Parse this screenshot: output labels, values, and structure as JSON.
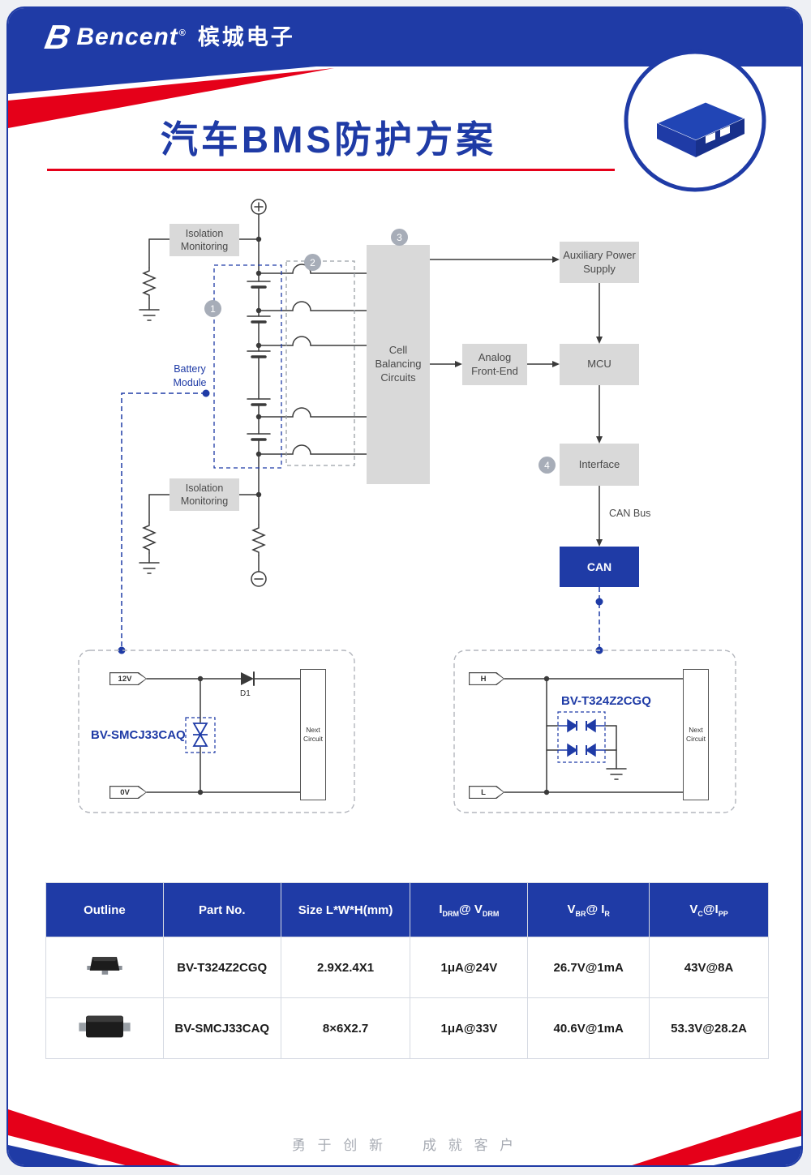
{
  "brand": {
    "logo_letter": "B",
    "name": "Bencent",
    "reg": "®",
    "cn": "槟城电子"
  },
  "title": "汽车BMS防护方案",
  "diagram": {
    "iso_monitoring": "Isolation Monitoring",
    "battery_module": "Battery Module",
    "cell_balancing": "Cell Balancing Circuits",
    "analog_front_end": "Analog Front-End",
    "aux_power": "Auxiliary Power Supply",
    "mcu": "MCU",
    "interface": "Interface",
    "can_bus": "CAN Bus",
    "can": "CAN",
    "badge1": "1",
    "badge2": "2",
    "badge3": "3",
    "badge4": "4"
  },
  "circuit_left": {
    "part": "BV-SMCJ33CAQ",
    "tag_top": "12V",
    "tag_bottom": "0V",
    "diode_label": "D1",
    "next_circuit": "Next Circuit"
  },
  "circuit_right": {
    "part": "BV-T324Z2CGQ",
    "tag_top": "H",
    "tag_bottom": "L",
    "next_circuit": "Next Circuit"
  },
  "table": {
    "headers": {
      "outline": "Outline",
      "part": "Part No.",
      "size": "Size L*W*H(mm)",
      "idrm_a": "I",
      "idrm_a_sub": "DRM",
      "idrm_b": "@ V",
      "idrm_b_sub": "DRM",
      "vbr_a": "V",
      "vbr_a_sub": "BR",
      "vbr_b": "@ I",
      "vbr_b_sub": "R",
      "vc_a": "V",
      "vc_a_sub": "C",
      "vc_b": "@I",
      "vc_b_sub": "PP"
    },
    "rows": [
      {
        "part": "BV-T324Z2CGQ",
        "size": "2.9X2.4X1",
        "idrm": "1μA@24V",
        "vbr": "26.7V@1mA",
        "vc": "43V@8A"
      },
      {
        "part": "BV-SMCJ33CAQ",
        "size": "8×6X2.7",
        "idrm": "1μA@33V",
        "vbr": "40.6V@1mA",
        "vc": "53.3V@28.2A"
      }
    ]
  },
  "footer": {
    "slogan": "勇 于 创 新　　成 就 客 户"
  }
}
